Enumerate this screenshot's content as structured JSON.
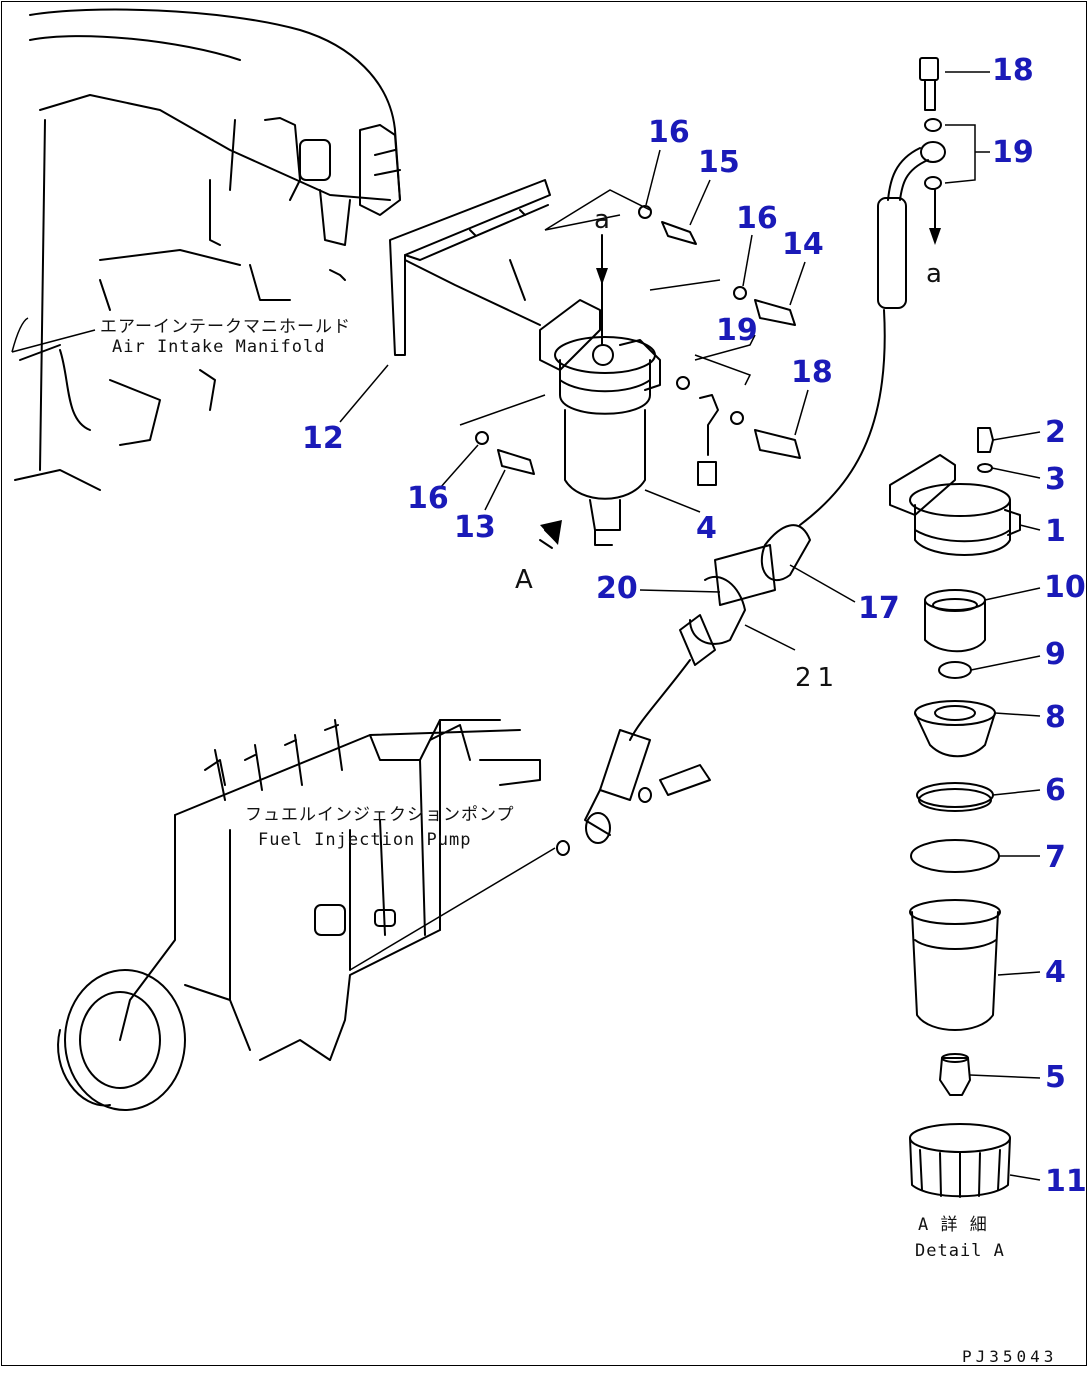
{
  "labels": {
    "air_intake_jp": "エアーインテークマニホールド",
    "air_intake_en": "Air Intake Manifold",
    "fuel_pump_jp": "フュエルインジェクションポンプ",
    "fuel_pump_en": "Fuel Injection Pump",
    "detail_jp": "A 詳 細",
    "detail_en": "Detail A",
    "view_a": "A",
    "arrow_a": "a",
    "drawing_code": "PJ35043"
  },
  "callouts": {
    "p1": "1",
    "p2": "2",
    "p3": "3",
    "p4a": "4",
    "p4b": "4",
    "p5": "5",
    "p6": "6",
    "p7": "7",
    "p8": "8",
    "p9": "9",
    "p10": "10",
    "p11": "11",
    "p12": "12",
    "p13": "13",
    "p14": "14",
    "p15": "15",
    "p16a": "16",
    "p16b": "16",
    "p16c": "16",
    "p17": "17",
    "p18a": "18",
    "p18b": "18",
    "p19a": "19",
    "p19b": "19",
    "p20": "20",
    "p21": "21"
  },
  "colors": {
    "callout": "#1a1ab8",
    "line": "#000000"
  }
}
